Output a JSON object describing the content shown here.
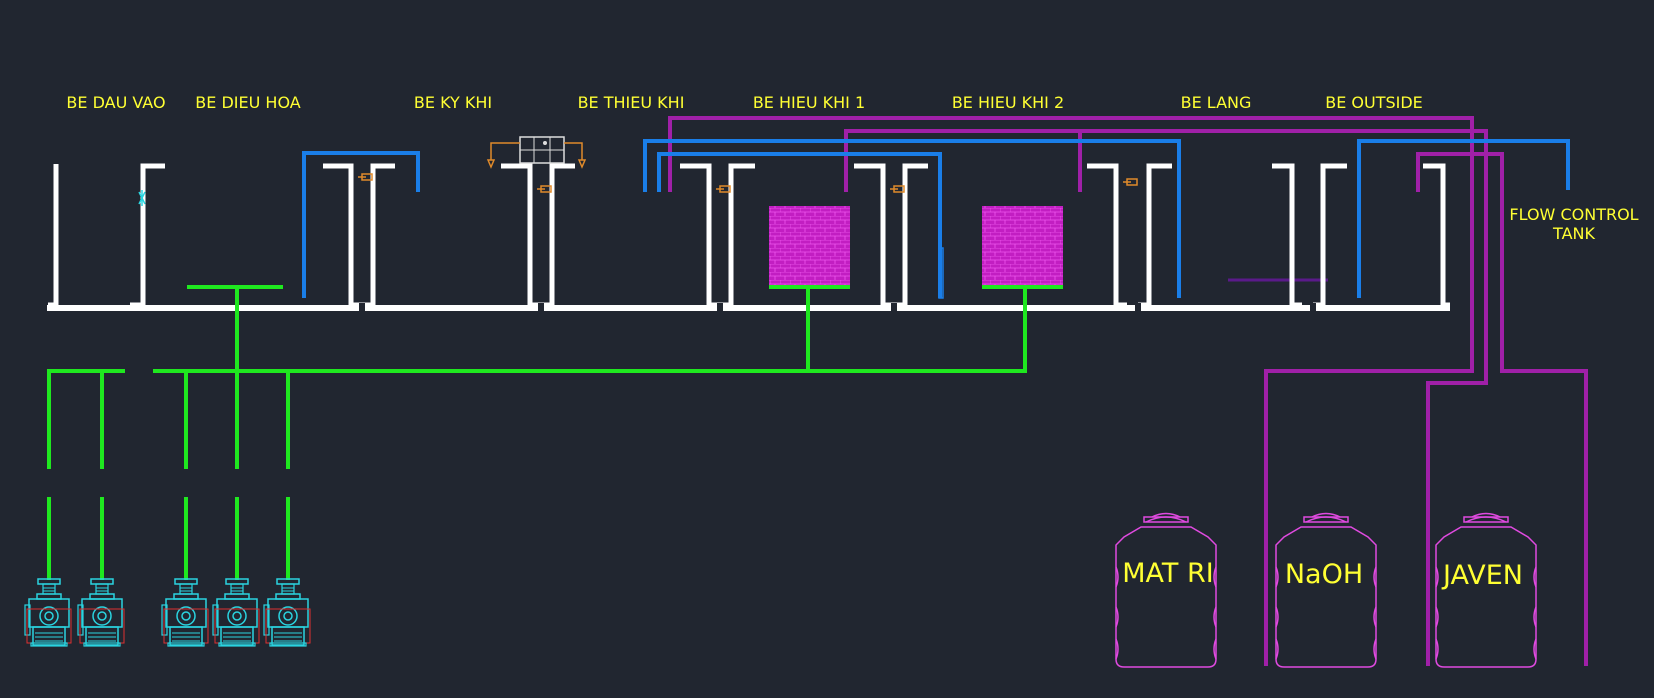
{
  "colors": {
    "background": "#212630",
    "wall": "#ffffff",
    "air_pipe": "#1fe81f",
    "water_pipe": "#1a7ee8",
    "chemical_pipe": "#a020a8",
    "media": "#cc22cc",
    "label": "#ffff33",
    "blower": "#2ad4e0",
    "chemical_tank": "#e04ae0"
  },
  "tanks": [
    {
      "id": "be-dau-vao",
      "label": "BE DAU VAO"
    },
    {
      "id": "be-dieu-hoa",
      "label": "BE DIEU HOA"
    },
    {
      "id": "be-ky-khi",
      "label": "BE KY KHI"
    },
    {
      "id": "be-thieu-khi",
      "label": "BE THIEU KHI"
    },
    {
      "id": "be-hieu-khi-1",
      "label": "BE HIEU KHI 1"
    },
    {
      "id": "be-hieu-khi-2",
      "label": "BE HIEU KHI 2"
    },
    {
      "id": "be-lang",
      "label": "BE LANG"
    },
    {
      "id": "be-outside",
      "label": "BE OUTSIDE"
    }
  ],
  "flow_control": {
    "line1": "FLOW CONTROL",
    "line2": "TANK"
  },
  "chemical_tanks": [
    {
      "id": "mat-ri",
      "label": "MAT RI"
    },
    {
      "id": "naoh",
      "label": "NaOH"
    },
    {
      "id": "javen",
      "label": "JAVEN"
    }
  ],
  "blowers": [
    {
      "id": "blower-1"
    },
    {
      "id": "blower-2"
    },
    {
      "id": "blower-3"
    },
    {
      "id": "blower-4"
    },
    {
      "id": "blower-5"
    }
  ]
}
